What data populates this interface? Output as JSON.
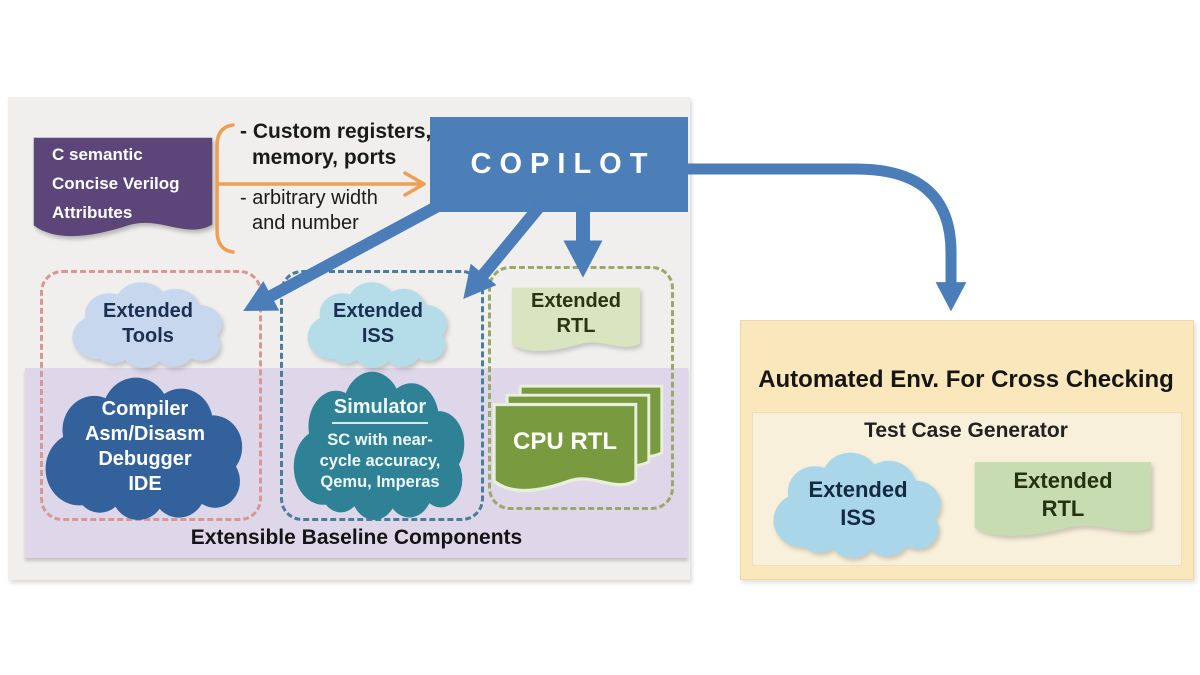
{
  "source_note": {
    "lines": [
      "C semantic",
      "Concise Verilog",
      "Attributes"
    ]
  },
  "bracket_notes": {
    "bold_line1": "- Custom registers,",
    "bold_line2": "memory, ports",
    "reg_line1": "- arbitrary width",
    "reg_line2": "and number"
  },
  "copilot": {
    "label": "COPILOT"
  },
  "extensible": {
    "caption": "Extensible Baseline Components",
    "tools_group": {
      "cloud_line1": "Extended",
      "cloud_line2": "Tools",
      "base_lines": [
        "Compiler",
        "Asm/Disasm",
        "Debugger",
        "IDE"
      ]
    },
    "iss_group": {
      "cloud_line1": "Extended",
      "cloud_line2": "ISS",
      "sim_title": "Simulator",
      "sim_lines": [
        "SC with near-",
        "cycle accuracy,",
        "Qemu, Imperas"
      ]
    },
    "rtl_group": {
      "doc_line1": "Extended",
      "doc_line2": "RTL",
      "stack_label": "CPU RTL"
    }
  },
  "cross_check": {
    "title": "Automated Env. For Cross Checking",
    "generator_label": "Test Case Generator",
    "iss_cloud": {
      "line1": "Extended",
      "line2": "ISS"
    },
    "rtl_doc": {
      "line1": "Extended",
      "line2": "RTL"
    }
  },
  "colors": {
    "copilot_blue": "#4C7EB8",
    "arrow_blue": "#4B7DB9",
    "source_purple": "#5C4679",
    "bracket_orange": "#EF9F53",
    "tools_cloud": "#C7D7EE",
    "iss_cloud": "#B5DDE9",
    "rtl_doc": "#D8E5C0",
    "compiler_cloud": "#33619C",
    "simulator_cloud": "#2F8195",
    "cpu_rtl_olive": "#7A9A3F",
    "lavender_band": "#DED7E9",
    "gray_panel": "#F0EFEE",
    "cross_panel_yellow": "#FAE7BB",
    "generator_cream": "#F8F0DA",
    "cross_iss_cloud": "#A9D6E9",
    "cross_rtl_doc": "#C8DCB1",
    "dash_tools": "#D89795",
    "dash_iss": "#4A7D99",
    "dash_rtl": "#9AA96A"
  }
}
